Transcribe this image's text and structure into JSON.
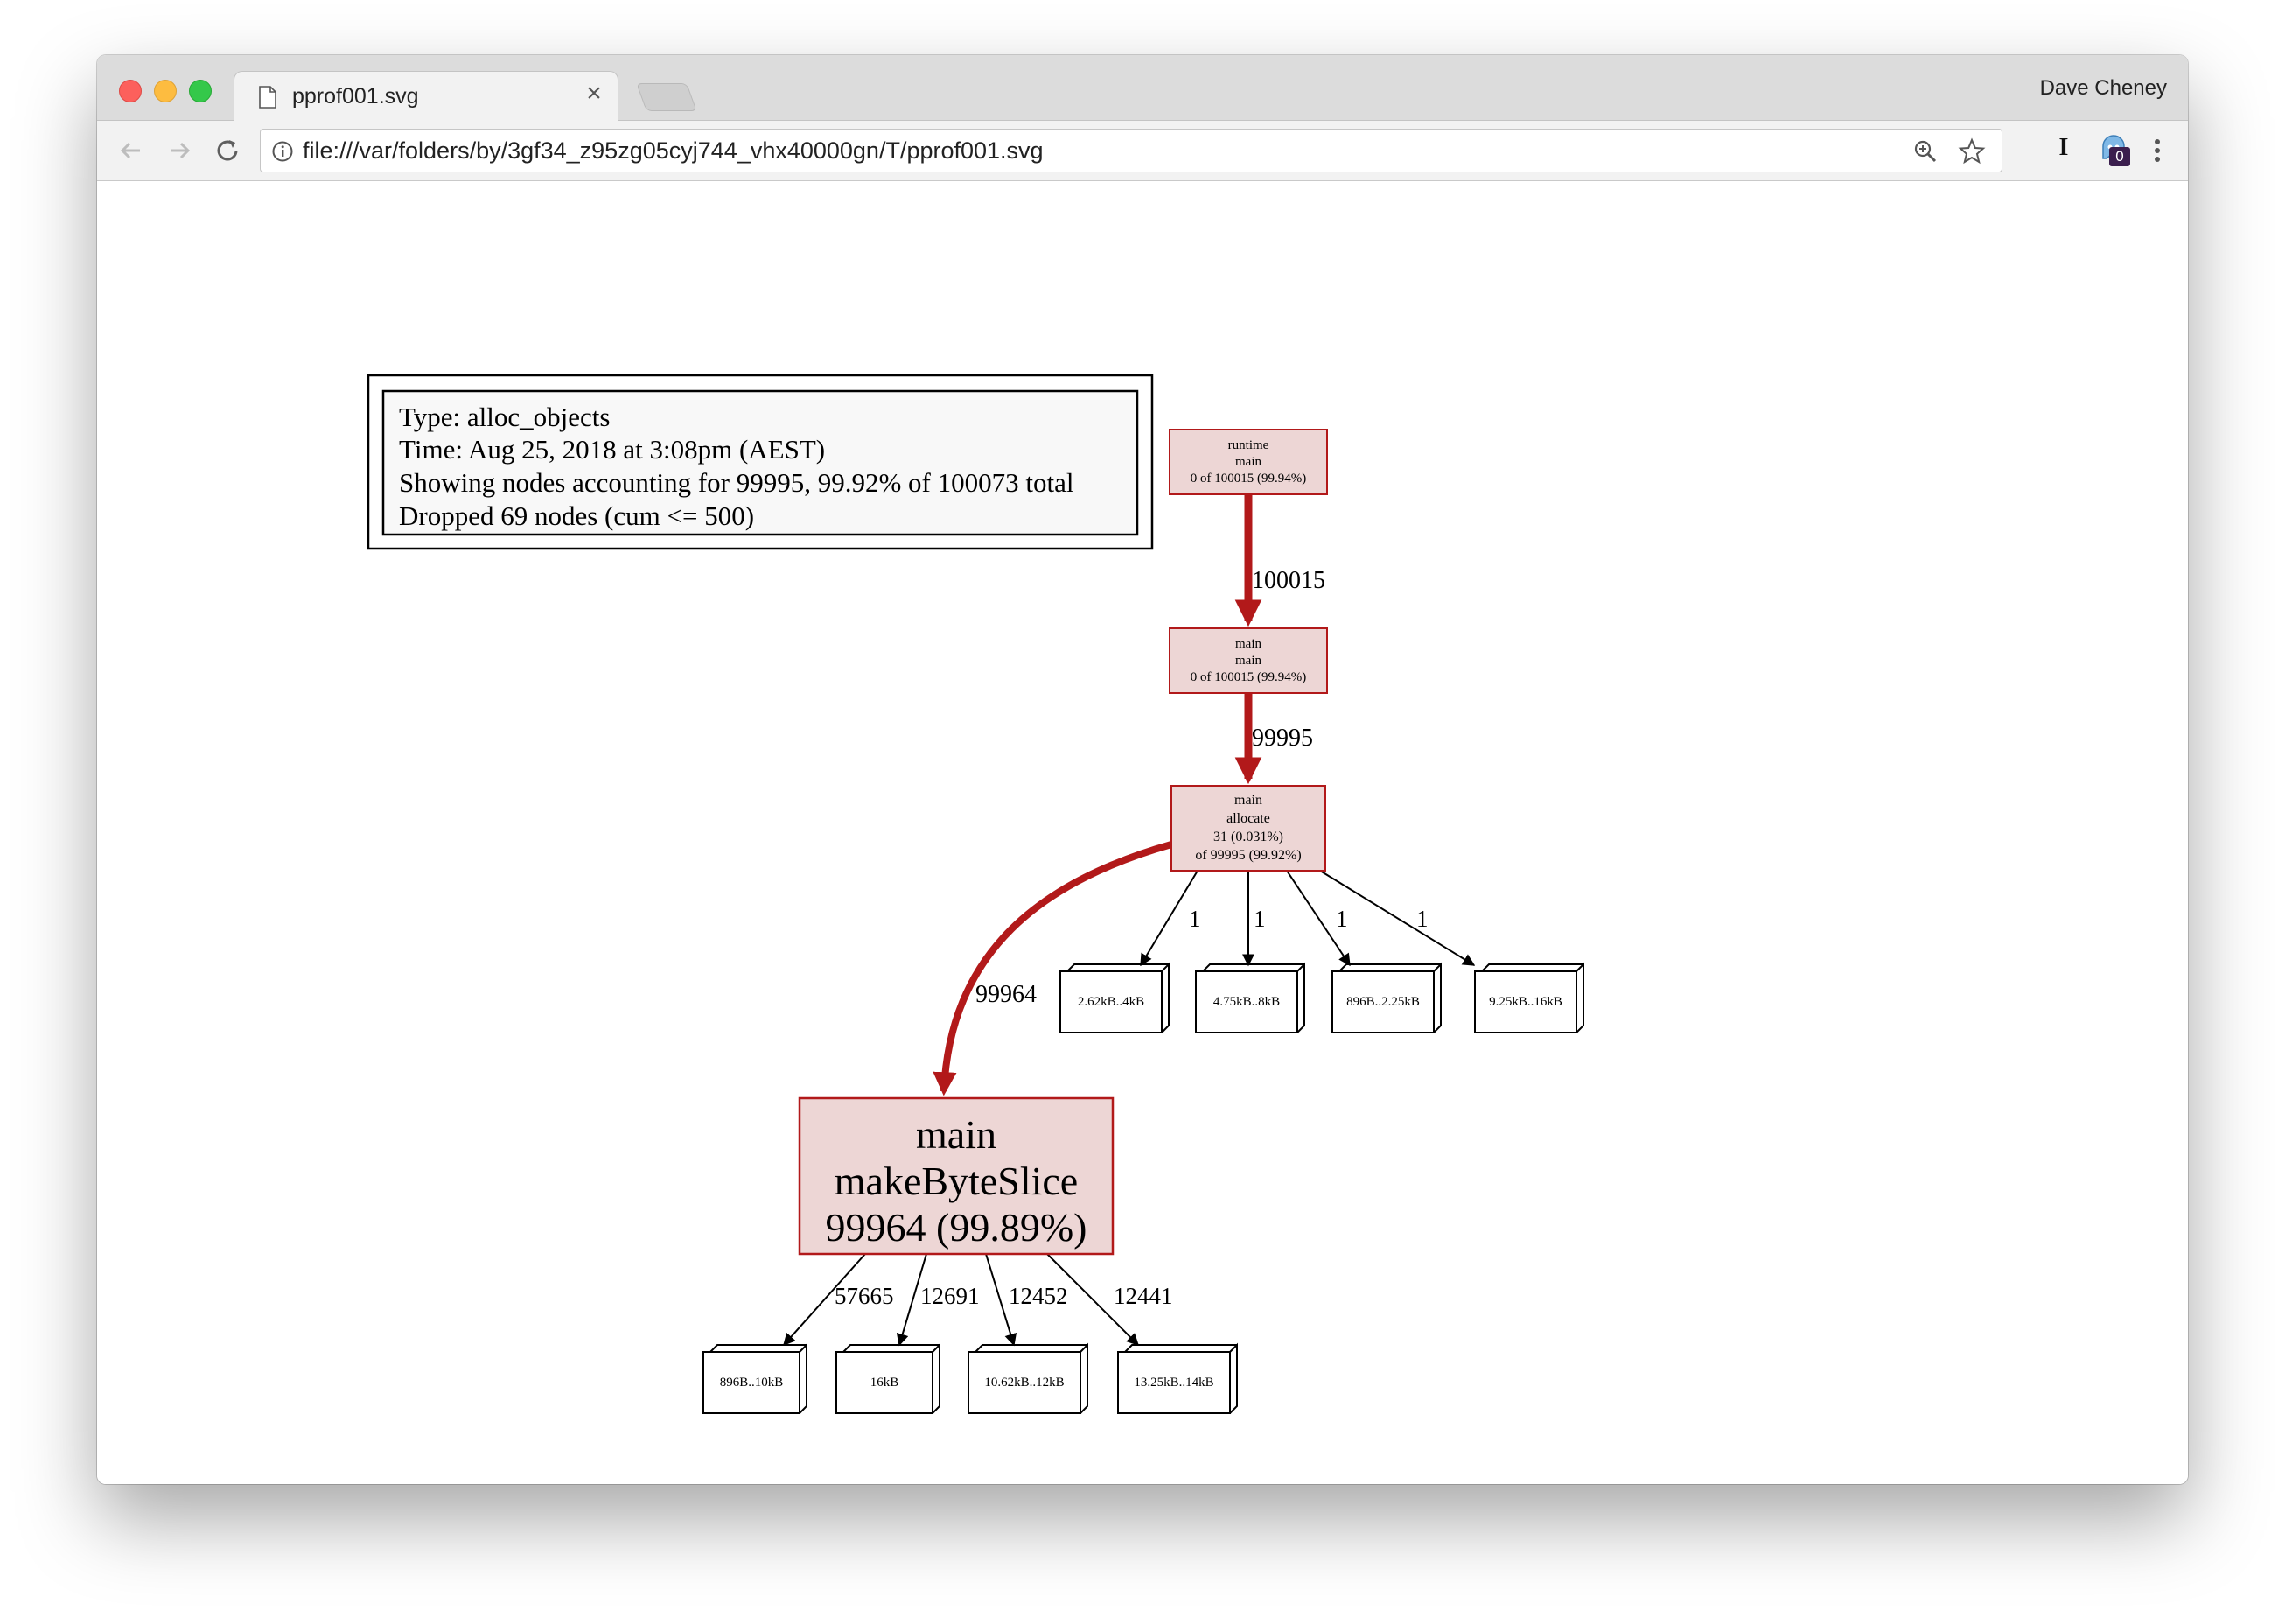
{
  "browser": {
    "tab_title": "pprof001.svg",
    "tab_close": "×",
    "profile_name": "Dave Cheney",
    "url": "file:///var/folders/by/3gf34_z95zg05cyj744_vhx40000gn/T/pprof001.svg",
    "extension_i_label": "I",
    "extension_badge": "0"
  },
  "graph": {
    "legend": [
      "Type: alloc_objects",
      "Time: Aug 25, 2018 at 3:08pm (AEST)",
      "Showing nodes accounting for 99995, 99.92% of 100073 total",
      "Dropped 69 nodes (cum <= 500)"
    ],
    "nodes": {
      "runtime_main": [
        "runtime",
        "main",
        "0 of 100015 (99.94%)"
      ],
      "main_main": [
        "main",
        "main",
        "0 of 100015 (99.94%)"
      ],
      "main_allocate": [
        "main",
        "allocate",
        "31 (0.031%)",
        "of 99995 (99.92%)"
      ],
      "make_byte_slice": [
        "main",
        "makeByteSlice",
        "99964 (99.89%)"
      ]
    },
    "edges": {
      "runtime_to_main": "100015",
      "main_to_allocate": "99995",
      "allocate_to_make": "99964",
      "allocate_to_b1": "1",
      "allocate_to_b2": "1",
      "allocate_to_b3": "1",
      "allocate_to_b4": "1",
      "make_to_c1": "57665",
      "make_to_c2": "12691",
      "make_to_c3": "12452",
      "make_to_c4": "12441"
    },
    "boxes_allocate": [
      "2.62kB..4kB",
      "4.75kB..8kB",
      "896B..2.25kB",
      "9.25kB..16kB"
    ],
    "boxes_make": [
      "896B..10kB",
      "16kB",
      "10.62kB..12kB",
      "13.25kB..14kB"
    ]
  },
  "colors": {
    "node_fill": "#edd6d5",
    "node_border": "#b2191a",
    "hot_edge": "#b2191a"
  }
}
